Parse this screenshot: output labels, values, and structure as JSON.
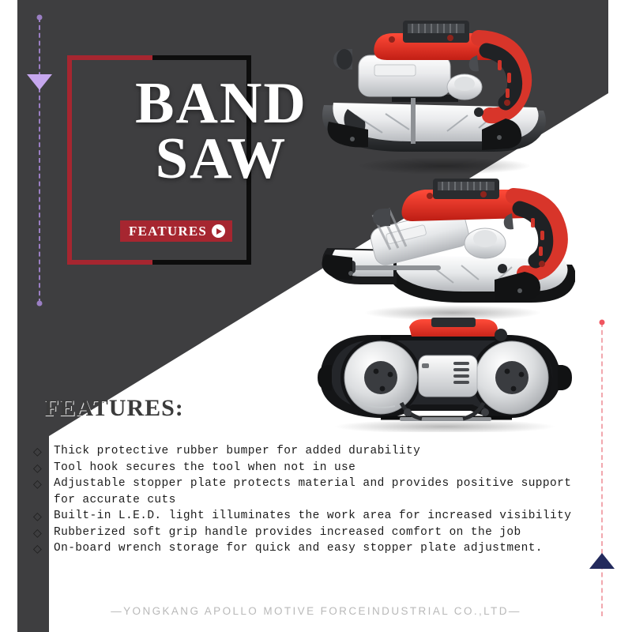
{
  "theme": {
    "dark_panel": "#3e3e40",
    "accent_red": "#a62630",
    "frame_black": "#0d0d0d",
    "rail_purple": "#9b7fc4",
    "rail_purple_fill": "#c6a7ee",
    "rail_pink": "#f2a7ae",
    "rail_pink_dot": "#f0555f",
    "triangle_navy": "#232a5c",
    "page_bg": "#ffffff",
    "body_text": "#1c1c1c",
    "footer_text": "#b9b9b9"
  },
  "hero": {
    "title_line1": "BAND",
    "title_line2": "SAW",
    "badge_label": "FEATURES",
    "badge_icon": "play-icon"
  },
  "rails": {
    "left": {
      "icon": "triangle-down-icon"
    },
    "right": {
      "icon": "triangle-up-icon"
    }
  },
  "products": [
    {
      "name": "band-saw-three-quarter-view",
      "alt": "Cordless band saw, three-quarter front view with battery pack"
    },
    {
      "name": "band-saw-angled-view",
      "alt": "Cordless band saw, angled side view showing blade and base plate"
    },
    {
      "name": "band-saw-side-profile-view",
      "alt": "Cordless band saw, side profile showing both drive wheels"
    }
  ],
  "features": {
    "heading": "FEATURES:",
    "bullet_glyph": "◇",
    "items": [
      "Thick protective rubber bumper for added durability",
      "Tool hook secures the tool when not in use",
      "Adjustable stopper plate protects material and provides positive support for accurate cuts",
      "Built-in L.E.D. light illuminates the work area for increased visibility",
      "Rubberized soft grip handle provides increased comfort on the job",
      "On-board wrench storage for quick and easy stopper plate adjustment."
    ]
  },
  "footer": {
    "company": "—YONGKANG APOLLO MOTIVE FORCEINDUSTRIAL CO.,LTD—"
  }
}
